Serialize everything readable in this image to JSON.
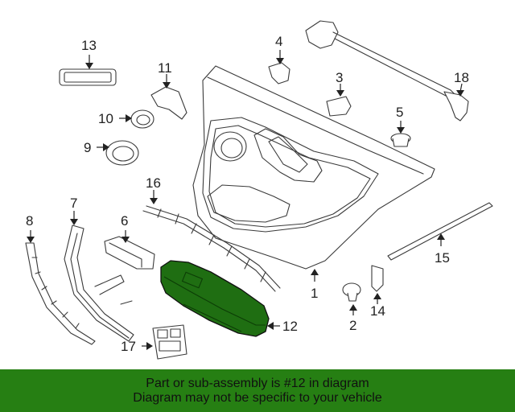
{
  "diagram": {
    "highlight_color": "#1f6e12",
    "callouts": {
      "c1": "1",
      "c2": "2",
      "c3": "3",
      "c4": "4",
      "c5": "5",
      "c6": "6",
      "c7": "7",
      "c8": "8",
      "c9": "9",
      "c10": "10",
      "c11": "11",
      "c12": "12",
      "c13": "13",
      "c14": "14",
      "c15": "15",
      "c16": "16",
      "c17": "17",
      "c18": "18"
    }
  },
  "banner": {
    "background": "#267f13",
    "line1": "Part or sub-assembly is #12 in diagram",
    "line2": "Diagram may not be specific to your vehicle"
  }
}
